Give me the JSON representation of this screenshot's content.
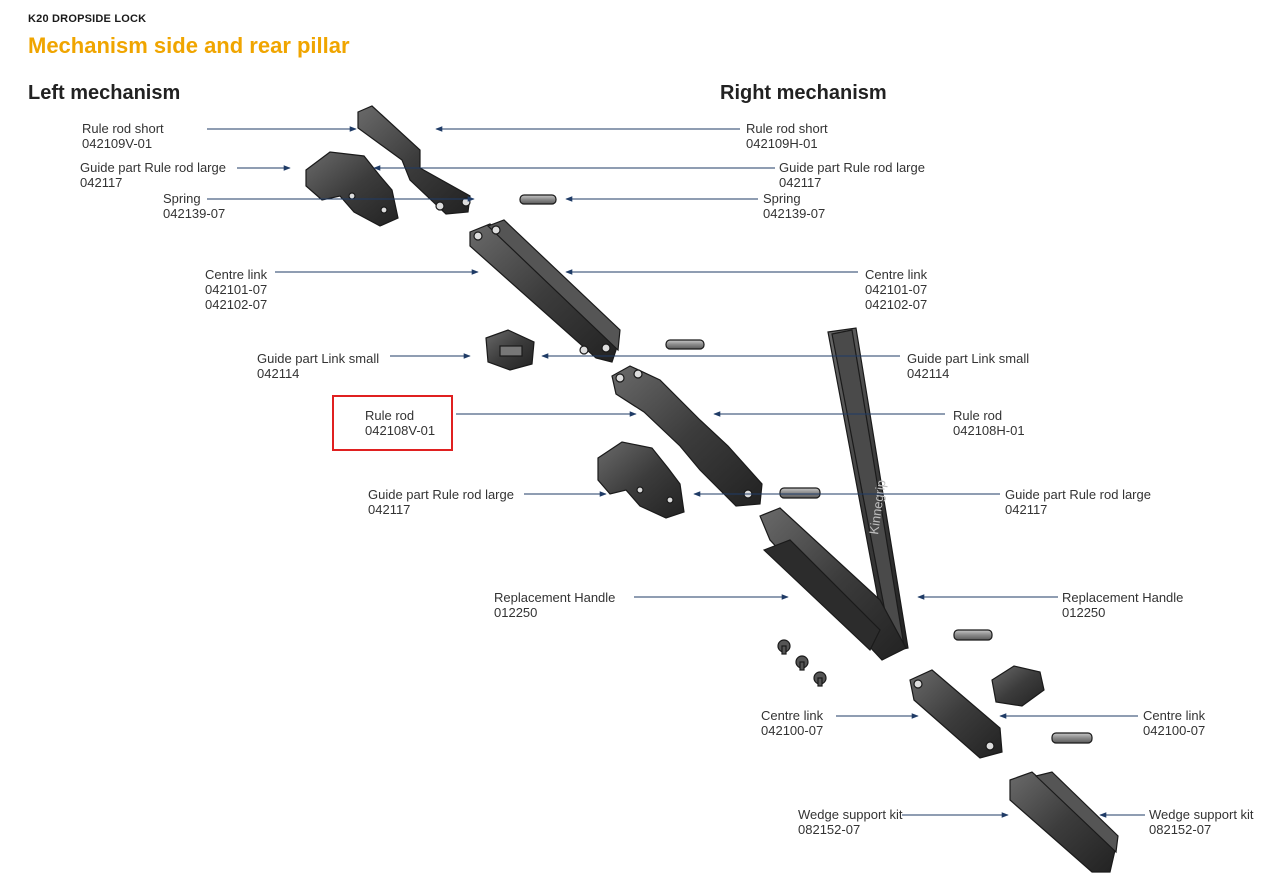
{
  "header": {
    "kicker": "K20 DROPSIDE LOCK",
    "title": "Mechanism side and rear pillar",
    "left_section": "Left mechanism",
    "right_section": "Right mechanism"
  },
  "brand_text": "Kinnegrip",
  "colors": {
    "title": "#f0a500",
    "arrow": "#1f3b66",
    "part": "#3a3a3a",
    "highlight": "#e02020"
  },
  "left_labels": [
    {
      "name": "Rule rod short",
      "codes": [
        "042109V-01"
      ]
    },
    {
      "name": "Guide part Rule rod large",
      "codes": [
        "042117"
      ]
    },
    {
      "name": "Spring",
      "codes": [
        "042139-07"
      ]
    },
    {
      "name": "Centre link",
      "codes": [
        "042101-07",
        "042102-07"
      ]
    },
    {
      "name": "Guide part Link small",
      "codes": [
        "042114"
      ]
    },
    {
      "name": "Rule rod",
      "codes": [
        "042108V-01"
      ]
    },
    {
      "name": "Guide part Rule rod large",
      "codes": [
        "042117"
      ]
    },
    {
      "name": "Replacement Handle",
      "codes": [
        "012250"
      ]
    },
    {
      "name": "Centre link",
      "codes": [
        "042100-07"
      ]
    },
    {
      "name": "Wedge support kit",
      "codes": [
        "082152-07"
      ]
    }
  ],
  "right_labels": [
    {
      "name": "Rule rod short",
      "codes": [
        "042109H-01"
      ]
    },
    {
      "name": "Guide part Rule rod large",
      "codes": [
        "042117"
      ]
    },
    {
      "name": "Spring",
      "codes": [
        "042139-07"
      ]
    },
    {
      "name": "Centre link",
      "codes": [
        "042101-07",
        "042102-07"
      ]
    },
    {
      "name": "Guide part Link small",
      "codes": [
        "042114"
      ]
    },
    {
      "name": "Rule rod",
      "codes": [
        "042108H-01"
      ]
    },
    {
      "name": "Guide part Rule rod large",
      "codes": [
        "042117"
      ]
    },
    {
      "name": "Replacement Handle",
      "codes": [
        "012250"
      ]
    },
    {
      "name": "Centre link",
      "codes": [
        "042100-07"
      ]
    },
    {
      "name": "Wedge support kit",
      "codes": [
        "082152-07"
      ]
    }
  ]
}
